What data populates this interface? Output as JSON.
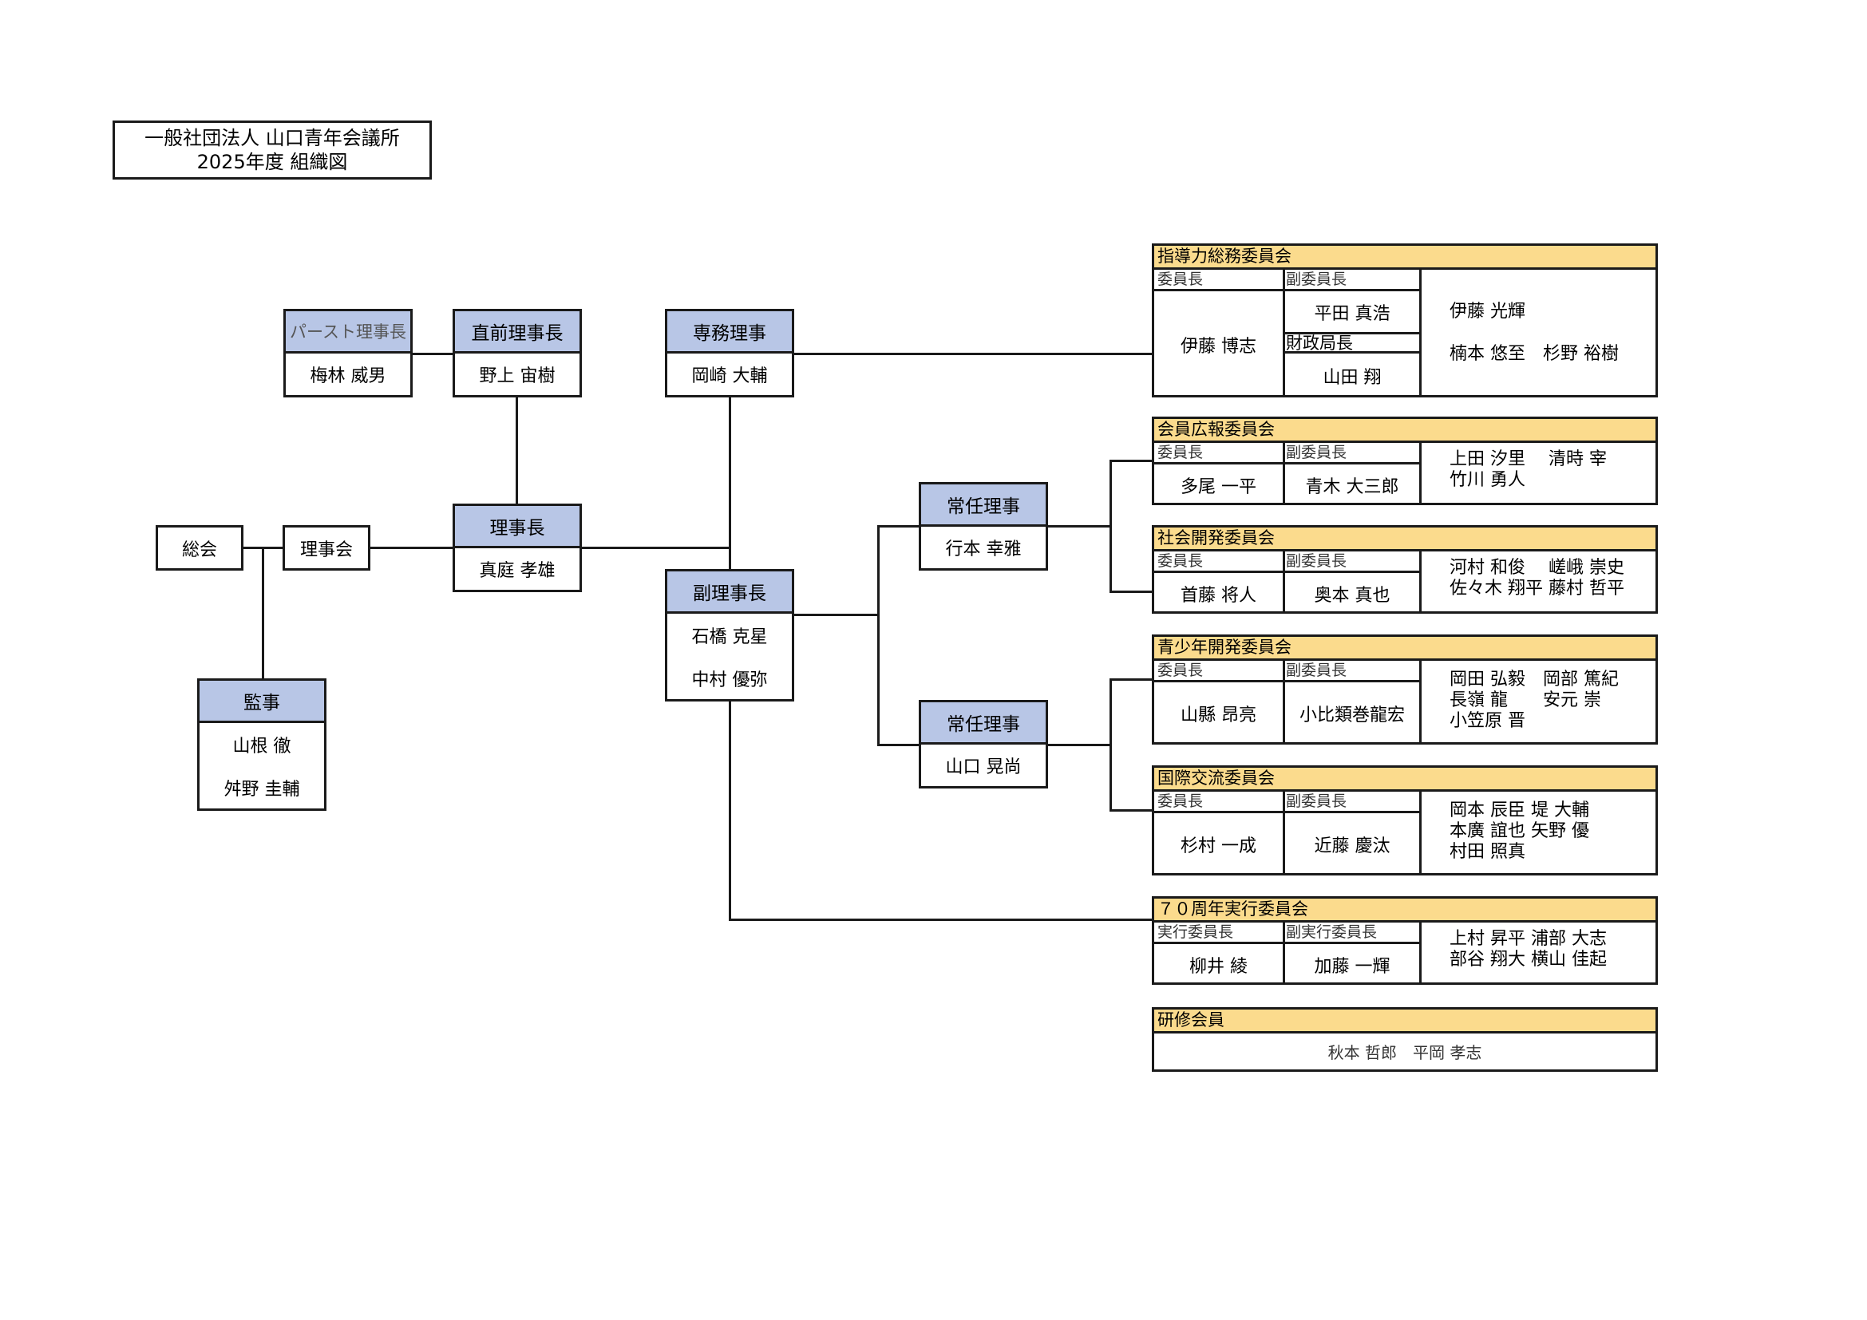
{
  "title": {
    "line1": "一般社団法人 山口青年会議所",
    "line2": "2025年度 組織図"
  },
  "nodes": {
    "past_chair": {
      "label": "パースト理事長",
      "name": "梅林 威男"
    },
    "prev_chair": {
      "label": "直前理事長",
      "name": "野上 宙樹"
    },
    "executive_director": {
      "label": "専務理事",
      "name": "岡崎 大輔"
    },
    "general_assembly": {
      "label": "総会"
    },
    "board": {
      "label": "理事会"
    },
    "chair": {
      "label": "理事長",
      "name": "真庭 孝雄"
    },
    "vice_chair": {
      "label": "副理事長",
      "names": [
        "石橋 克星",
        "中村 優弥"
      ]
    },
    "auditor": {
      "label": "監事",
      "names": [
        "山根 徹",
        "舛野 圭輔"
      ]
    },
    "standing_director_1": {
      "label": "常任理事",
      "name": "行本 幸雅"
    },
    "standing_director_2": {
      "label": "常任理事",
      "name": "山口 晃尚"
    }
  },
  "committees": [
    {
      "name": "指導力総務委員会",
      "chair_label": "委員長",
      "chair": "伊藤 博志",
      "vice_label": "副委員長",
      "vice": "平田 真浩",
      "treasurer_label": "財政局長",
      "treasurer": "山田 翔",
      "members": [
        "伊藤 光輝",
        "楠本 悠至　杉野 裕樹"
      ]
    },
    {
      "name": "会員広報委員会",
      "chair_label": "委員長",
      "chair": "多尾 一平",
      "vice_label": "副委員長",
      "vice": "青木 大三郎",
      "members": [
        "上田 汐里　 清時 宰",
        "竹川 勇人"
      ]
    },
    {
      "name": "社会開発委員会",
      "chair_label": "委員長",
      "chair": "首藤 将人",
      "vice_label": "副委員長",
      "vice": "奥本 真也",
      "members": [
        "河村 和俊　 嵯峨 崇史",
        "佐々木 翔平 藤村 哲平"
      ]
    },
    {
      "name": "青少年開発委員会",
      "chair_label": "委員長",
      "chair": "山縣 昂亮",
      "vice_label": "副委員長",
      "vice": "小比類巻龍宏",
      "members": [
        "岡田 弘毅　岡部 篤紀",
        "長嶺 龍　　安元 崇",
        "小笠原 晋"
      ]
    },
    {
      "name": "国際交流委員会",
      "chair_label": "委員長",
      "chair": "杉村 一成",
      "vice_label": "副委員長",
      "vice": "近藤 慶汰",
      "members": [
        "岡本 辰臣 堤 大輔",
        "本廣 誼也 矢野 優",
        "村田 照真"
      ]
    },
    {
      "name": "７０周年実行委員会",
      "chair_label": "実行委員長",
      "chair": "柳井 綾",
      "vice_label": "副実行委員長",
      "vice": "加藤 一輝",
      "members": [
        "上村 昇平 浦部 大志",
        "部谷 翔大 横山 佳起"
      ]
    }
  ],
  "trainees": {
    "name": "研修会員",
    "members": "秋本 哲郎　平岡 孝志"
  },
  "colors": {
    "node_header": "#b8c6e6",
    "committee_header": "#fbdb8d",
    "line": "#1a1a1a"
  }
}
